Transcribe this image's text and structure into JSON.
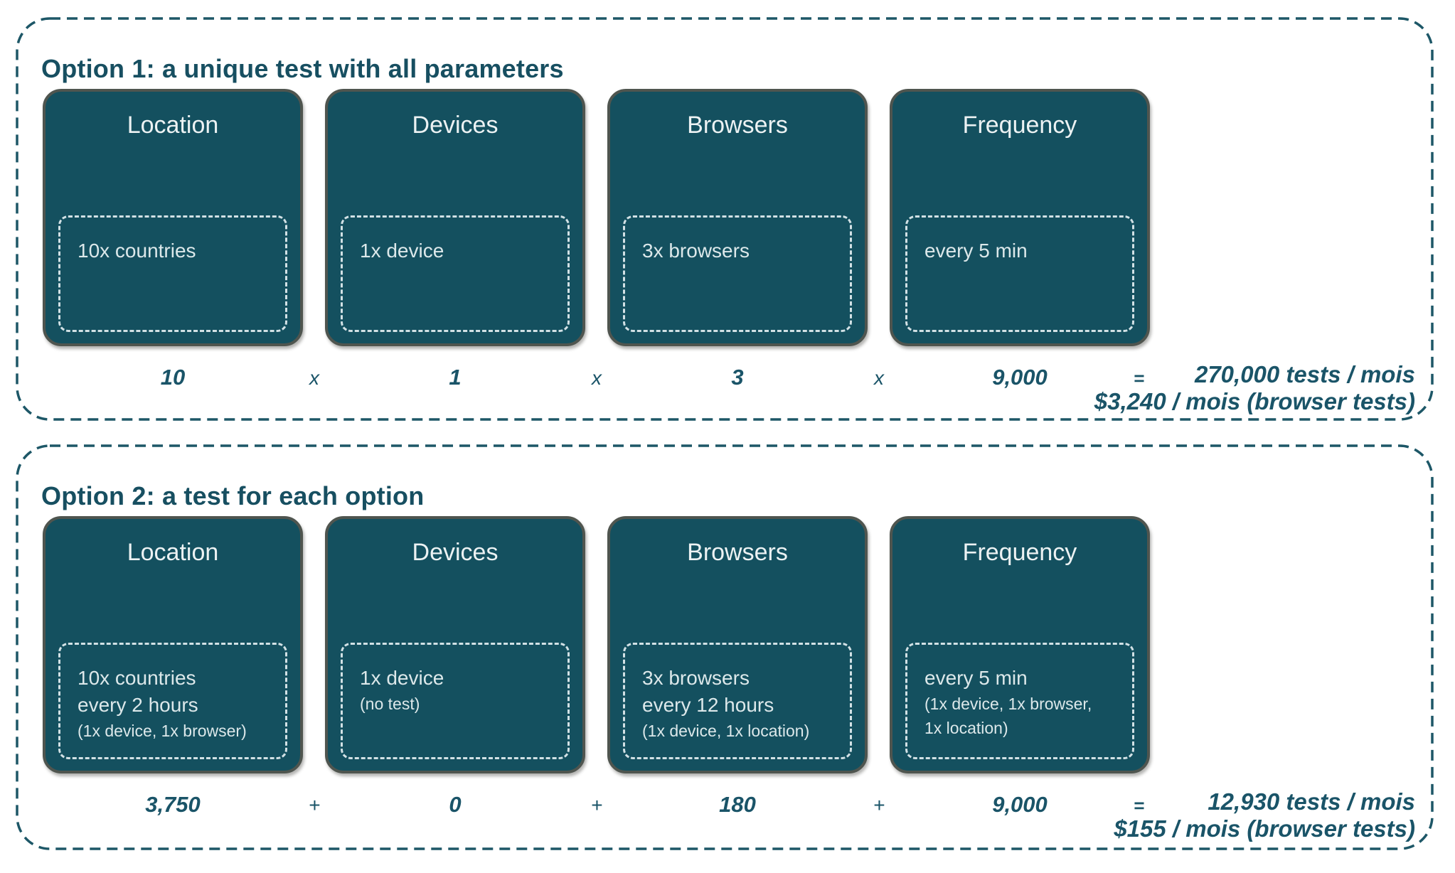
{
  "colors": {
    "card_background": "#14505f",
    "card_outline": "#4f554f",
    "card_text_light": "#dce8ea",
    "panel_dash": "#1d5767",
    "inner_dash": "#d2e1e5",
    "accent_text_dark_teal": "#1a5468",
    "page_background": "#ffffff"
  },
  "option1": {
    "title": "Option 1: a unique test with all parameters",
    "cards": [
      {
        "title": "Location",
        "lines": [
          {
            "text": "10x countries",
            "kind": "main"
          }
        ]
      },
      {
        "title": "Devices",
        "lines": [
          {
            "text": "1x device",
            "kind": "main"
          }
        ]
      },
      {
        "title": "Browsers",
        "lines": [
          {
            "text": "3x browsers",
            "kind": "main"
          }
        ]
      },
      {
        "title": "Frequency",
        "lines": [
          {
            "text": "every 5 min",
            "kind": "main"
          }
        ]
      }
    ],
    "calc": {
      "values": [
        "10",
        "1",
        "3",
        "9,000"
      ],
      "operator": "x",
      "equals": "=",
      "result_line1": "270,000 tests / mois",
      "result_line2": "$3,240 / mois (browser tests)"
    }
  },
  "option2": {
    "title": "Option 2: a test for each option",
    "cards": [
      {
        "title": "Location",
        "lines": [
          {
            "text": "10x countries",
            "kind": "main"
          },
          {
            "text": "every 2 hours",
            "kind": "main"
          },
          {
            "text": "(1x device, 1x browser)",
            "kind": "small"
          }
        ]
      },
      {
        "title": "Devices",
        "lines": [
          {
            "text": "1x device",
            "kind": "main"
          },
          {
            "text": "(no test)",
            "kind": "small"
          }
        ]
      },
      {
        "title": "Browsers",
        "lines": [
          {
            "text": "3x browsers",
            "kind": "main"
          },
          {
            "text": "every 12 hours",
            "kind": "main"
          },
          {
            "text": "(1x device, 1x location)",
            "kind": "small"
          }
        ]
      },
      {
        "title": "Frequency",
        "lines": [
          {
            "text": "every 5 min",
            "kind": "main"
          },
          {
            "text": "(1x device, 1x browser,",
            "kind": "small"
          },
          {
            "text": "1x location)",
            "kind": "small"
          }
        ]
      }
    ],
    "calc": {
      "values": [
        "3,750",
        "0",
        "180",
        "9,000"
      ],
      "operator": "+",
      "equals": "=",
      "result_line1": "12,930 tests / mois",
      "result_line2": "$155 / mois (browser tests)"
    }
  }
}
